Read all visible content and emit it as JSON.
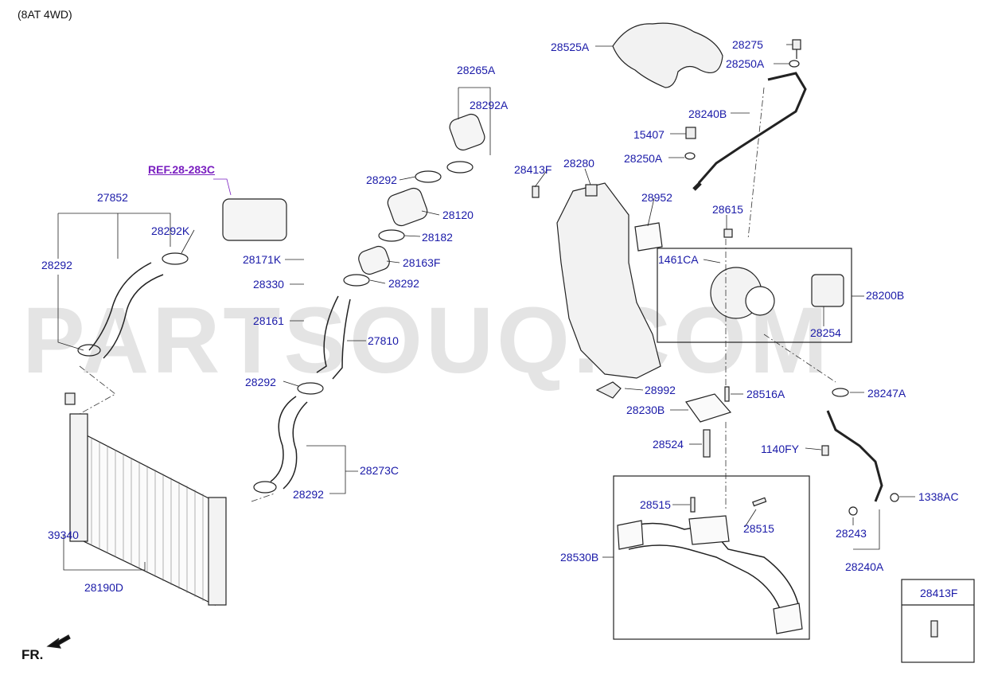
{
  "header": {
    "note": "(8AT 4WD)"
  },
  "footer": {
    "direction_label": "FR."
  },
  "watermark": "PARTSOUQ.COM",
  "reference": "REF.28-283C",
  "legend_box": {
    "part": "28413F"
  },
  "labels": {
    "p28525A": "28525A",
    "p28275": "28275",
    "p28250A_top": "28250A",
    "p28240B": "28240B",
    "p15407": "15407",
    "p28250A_mid": "28250A",
    "p28265A": "28265A",
    "p28292A": "28292A",
    "p28413F": "28413F",
    "p28280": "28280",
    "p28952": "28952",
    "p28615": "28615",
    "p28292_a": "28292",
    "p28120": "28120",
    "p28182": "28182",
    "p27852": "27852",
    "p28292K": "28292K",
    "p28292_b": "28292",
    "p28171K": "28171K",
    "p28163F": "28163F",
    "p1461CA": "1461CA",
    "p28330": "28330",
    "p28292_c": "28292",
    "p28200B": "28200B",
    "p28161": "28161",
    "p27810": "27810",
    "p28254": "28254",
    "p28292_d": "28292",
    "p28992": "28992",
    "p28516A": "28516A",
    "p28247A": "28247A",
    "p28230B": "28230B",
    "p28524": "28524",
    "p1140FY": "1140FY",
    "p28273C": "28273C",
    "p28292_e": "28292",
    "p28515_a": "28515",
    "p1338AC": "1338AC",
    "p28515_b": "28515",
    "p28243": "28243",
    "p39340": "39340",
    "p28530B": "28530B",
    "p28240A": "28240A",
    "p28190D": "28190D"
  }
}
